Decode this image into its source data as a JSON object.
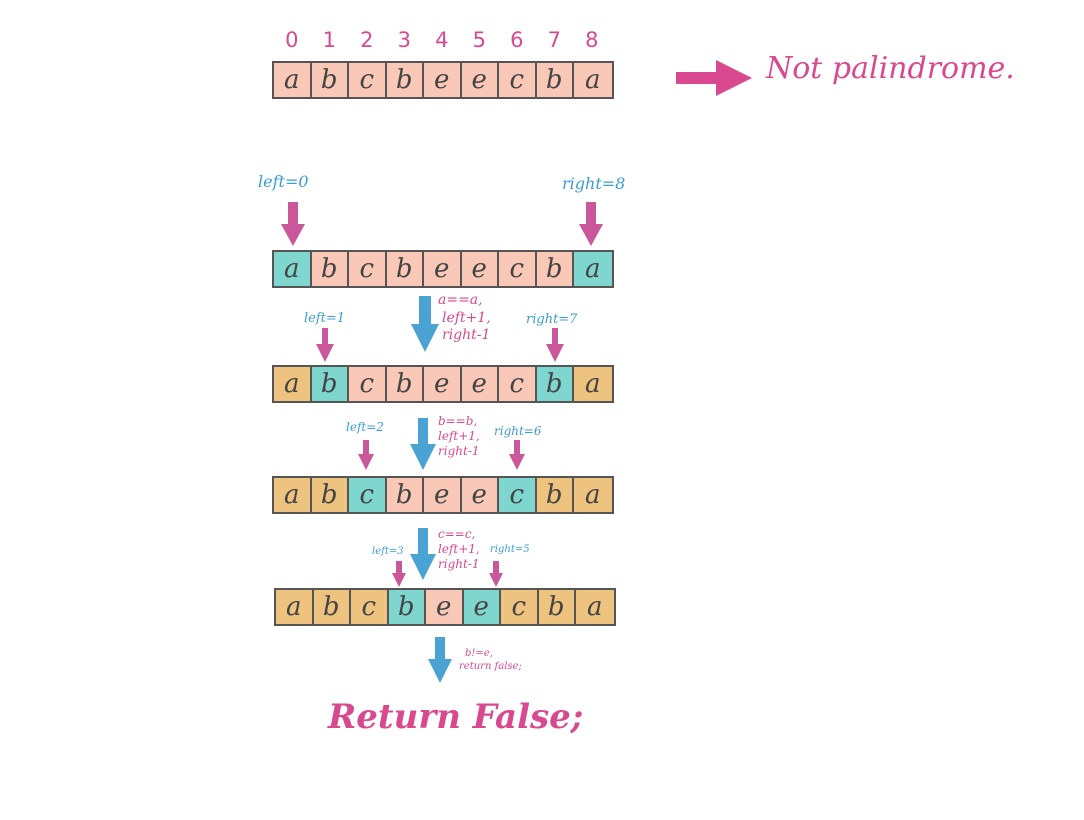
{
  "indices": [
    "0",
    "1",
    "2",
    "3",
    "4",
    "5",
    "6",
    "7",
    "8"
  ],
  "chars": [
    "a",
    "b",
    "c",
    "b",
    "e",
    "e",
    "c",
    "b",
    "a"
  ],
  "colors": {
    "unvisited": "#f9c8b7",
    "pointer": "#7fd6cf",
    "visited": "#eec27f",
    "pink": "#d9498f",
    "blue": "#3a9ed4"
  },
  "top_verdict": "Not palindrome.",
  "steps": [
    {
      "left_label": "left=0",
      "right_label": "right=8",
      "note": [
        "a==a,",
        "left+1,",
        "right-1"
      ]
    },
    {
      "left_label": "left=1",
      "right_label": "right=7",
      "note": [
        "b==b,",
        "left+1,",
        "right-1"
      ]
    },
    {
      "left_label": "left=2",
      "right_label": "right=6",
      "note": [
        "c==c,",
        "left+1,",
        "right-1"
      ]
    },
    {
      "left_label": "left=3",
      "right_label": "right=5",
      "note": [
        "b!=e,",
        "return false;"
      ]
    }
  ],
  "result": "Return False;"
}
